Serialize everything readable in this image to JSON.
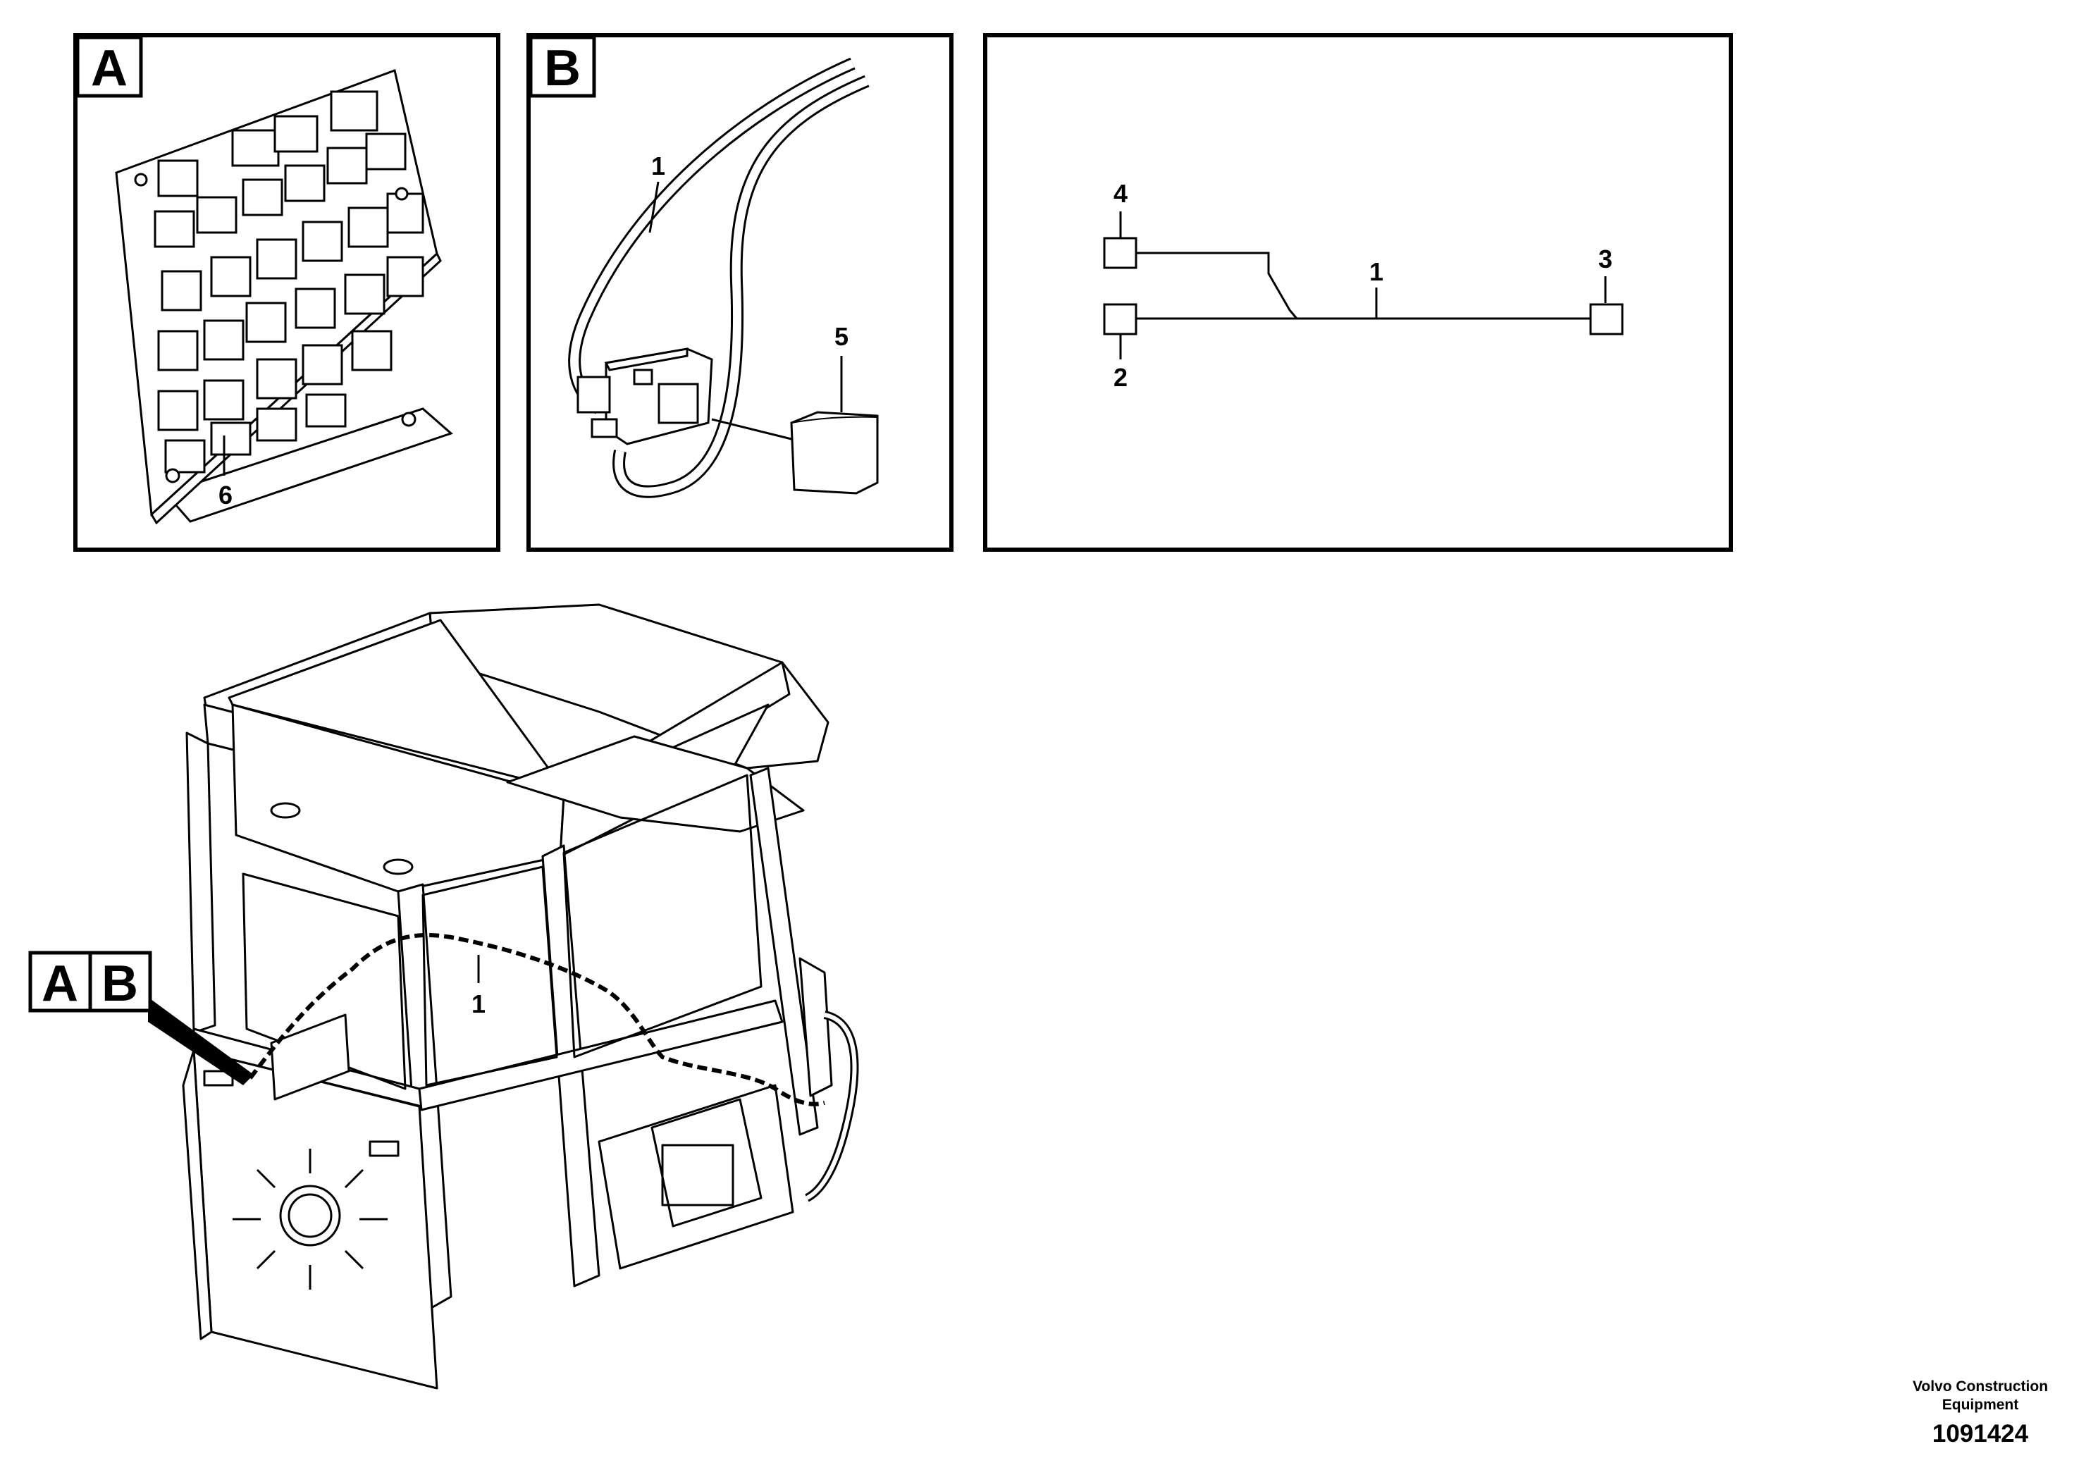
{
  "panels": {
    "a": {
      "letter": "A",
      "callouts": {
        "c6": "6"
      }
    },
    "b": {
      "letter": "B",
      "callouts": {
        "c1": "1",
        "c5": "5"
      }
    },
    "schematic": {
      "callouts": {
        "c1": "1",
        "c2": "2",
        "c3": "3",
        "c4": "4"
      }
    }
  },
  "main": {
    "detail_tags": {
      "a": "A",
      "b": "B"
    },
    "callouts": {
      "c1": "1"
    }
  },
  "footer": {
    "company_line1": "Volvo Construction",
    "company_line2": "Equipment",
    "doc_number": "1091424"
  }
}
